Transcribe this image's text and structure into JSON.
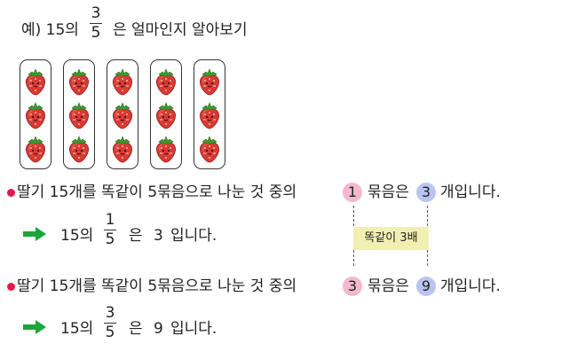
{
  "title": {
    "prefix": "예) 15의",
    "frac_num": "3",
    "frac_den": "5",
    "suffix": "은 얼마인지 알아보기"
  },
  "strawberry_grid": {
    "groups": 5,
    "per_group": 3,
    "icon": "strawberry-icon"
  },
  "line1": {
    "text_a": "딸기 15개를 똑같이 5묶음으로 나눈 것 중의",
    "circle_groups": "1",
    "text_b": "묶음은",
    "circle_count": "3",
    "text_c": "개입니다."
  },
  "result1": {
    "prefix": "15의",
    "frac_num": "1",
    "frac_den": "5",
    "mid": "은",
    "value": "3",
    "suffix": "입니다."
  },
  "note": {
    "label": "똑같이 3배"
  },
  "line2": {
    "text_a": "딸기 15개를 똑같이 5묶음으로 나눈 것 중의",
    "circle_groups": "3",
    "text_b": "묶음은",
    "circle_count": "9",
    "text_c": "개입니다."
  },
  "result2": {
    "prefix": "15의",
    "frac_num": "3",
    "frac_den": "5",
    "mid": "은",
    "value": "9",
    "suffix": "입니다."
  },
  "colors": {
    "bullet": "#e5184a",
    "circle_pink": "#f2b8cf",
    "circle_blue": "#b9c5f0",
    "arrow": "#1aa63a",
    "note_bg": "#f2efb3",
    "strawberry": "#d83a36"
  }
}
